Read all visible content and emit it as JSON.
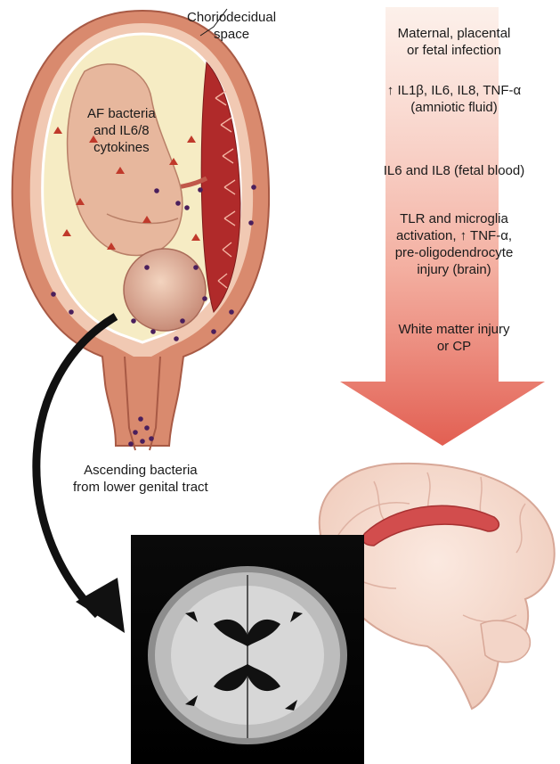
{
  "uterus_labels": {
    "choriodecidual": [
      "Choriodecidual",
      "space"
    ],
    "af": [
      "AF bacteria",
      "and IL6/8",
      "cytokines"
    ],
    "ascending": [
      "Ascending bacteria",
      "from lower genital tract"
    ]
  },
  "pathway_steps": [
    {
      "lines": [
        "Maternal, placental",
        "or fetal infection"
      ]
    },
    {
      "lines": [
        "↑ IL1β, IL6, IL8, TNF-α",
        "(amniotic fluid)"
      ]
    },
    {
      "lines": [
        "IL6 and IL8 (fetal blood)"
      ]
    },
    {
      "lines": [
        "TLR and microglia",
        "activation, ↑ TNF-α,",
        "pre-oligodendrocyte",
        "injury (brain)"
      ]
    },
    {
      "lines": [
        "White matter injury",
        "or CP"
      ]
    }
  ],
  "colors": {
    "uterus_wall": "#d98a6e",
    "placenta": "#b02a2a",
    "amniotic_fluid": "#f6ecc4",
    "gradient_arrow": "#e46a5c",
    "bacteria_dot": "#4a1f5c",
    "cytokine_triangle": "#c0392b"
  },
  "icons": [
    "uterus-with-fetus",
    "brain-sagittal",
    "mri-axial-brain",
    "curved-arrow"
  ]
}
